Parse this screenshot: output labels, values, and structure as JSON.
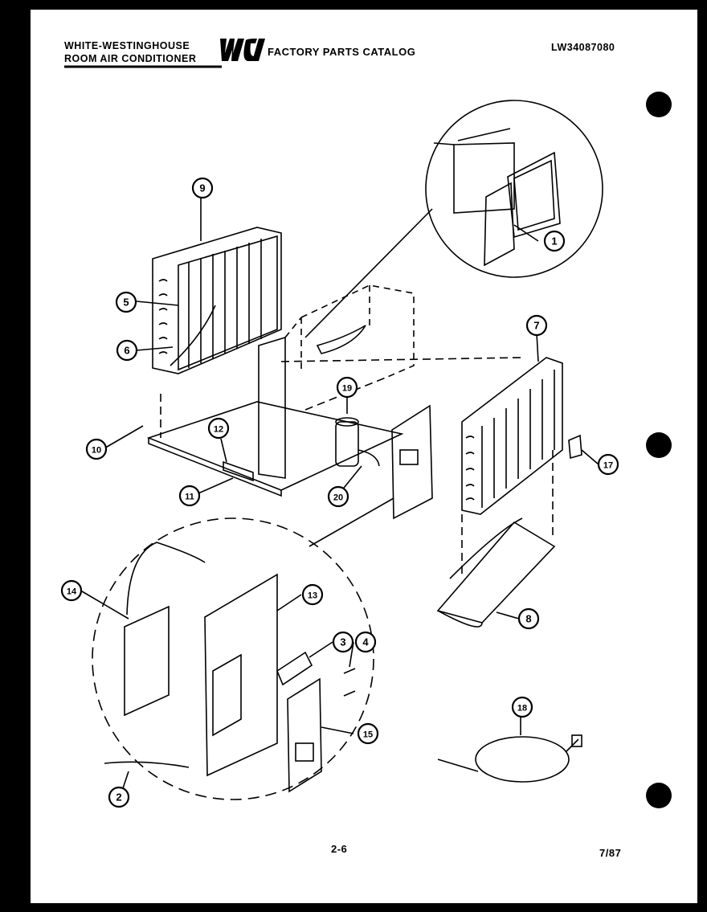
{
  "header": {
    "brand": "WHITE-WESTINGHOUSE",
    "product": "ROOM AIR CONDITIONER",
    "logo_text": "WCI",
    "catalog": "FACTORY PARTS CATALOG",
    "model": "LW34087080"
  },
  "callouts": [
    "1",
    "2",
    "3",
    "4",
    "5",
    "6",
    "7",
    "8",
    "9",
    "10",
    "11",
    "12",
    "13",
    "14",
    "15",
    "17",
    "18",
    "19",
    "20"
  ],
  "footer": {
    "page": "2-6",
    "date": "7/87"
  },
  "colors": {
    "paper": "#ffffff",
    "ink": "#000000",
    "border": "#000000"
  }
}
